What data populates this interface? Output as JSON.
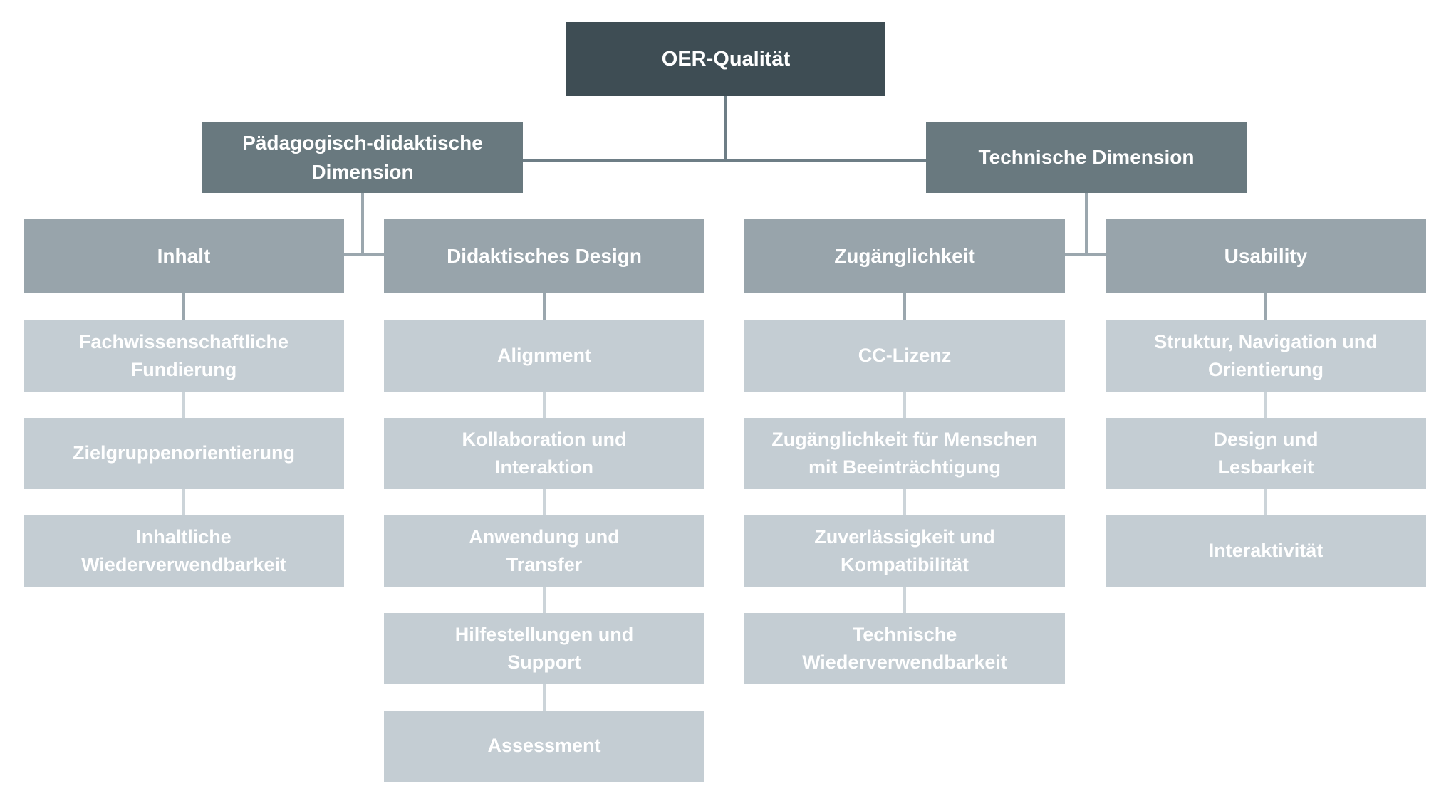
{
  "diagram_title": "OER-Qualität",
  "colors": {
    "root_box": "#3e4d54",
    "dimension_box": "#69797f",
    "category_box": "#98a4ab",
    "item_box": "#c4cdd3",
    "connector_dark": "#6e7e86",
    "connector_mid": "#9ba7ae",
    "connector_light": "#ccd4d9",
    "text": "#ffffff",
    "background": "#ffffff"
  },
  "tree": {
    "root": "OER-Qualität",
    "branches": [
      {
        "label": "Pädagogisch-didaktische\nDimension",
        "categories": [
          {
            "label": "Inhalt",
            "children": [
              "Fachwissenschaftliche\nFundierung",
              "Zielgruppenorientierung",
              "Inhaltliche\nWiederverwendbarkeit"
            ]
          },
          {
            "label": "Didaktisches Design",
            "children": [
              "Alignment",
              "Kollaboration und\nInteraktion",
              "Anwendung und\nTransfer",
              "Hilfestellungen und\nSupport",
              "Assessment"
            ]
          }
        ]
      },
      {
        "label": "Technische Dimension",
        "categories": [
          {
            "label": "Zugänglichkeit",
            "children": [
              "CC-Lizenz",
              "Zugänglichkeit für Menschen\nmit Beeinträchtigung",
              "Zuverlässigkeit und\nKompatibilität",
              "Technische\nWiederverwendbarkeit"
            ]
          },
          {
            "label": "Usability",
            "children": [
              "Struktur, Navigation und\nOrientierung",
              "Design und\nLesbarkeit",
              "Interaktivität"
            ]
          }
        ]
      }
    ]
  }
}
